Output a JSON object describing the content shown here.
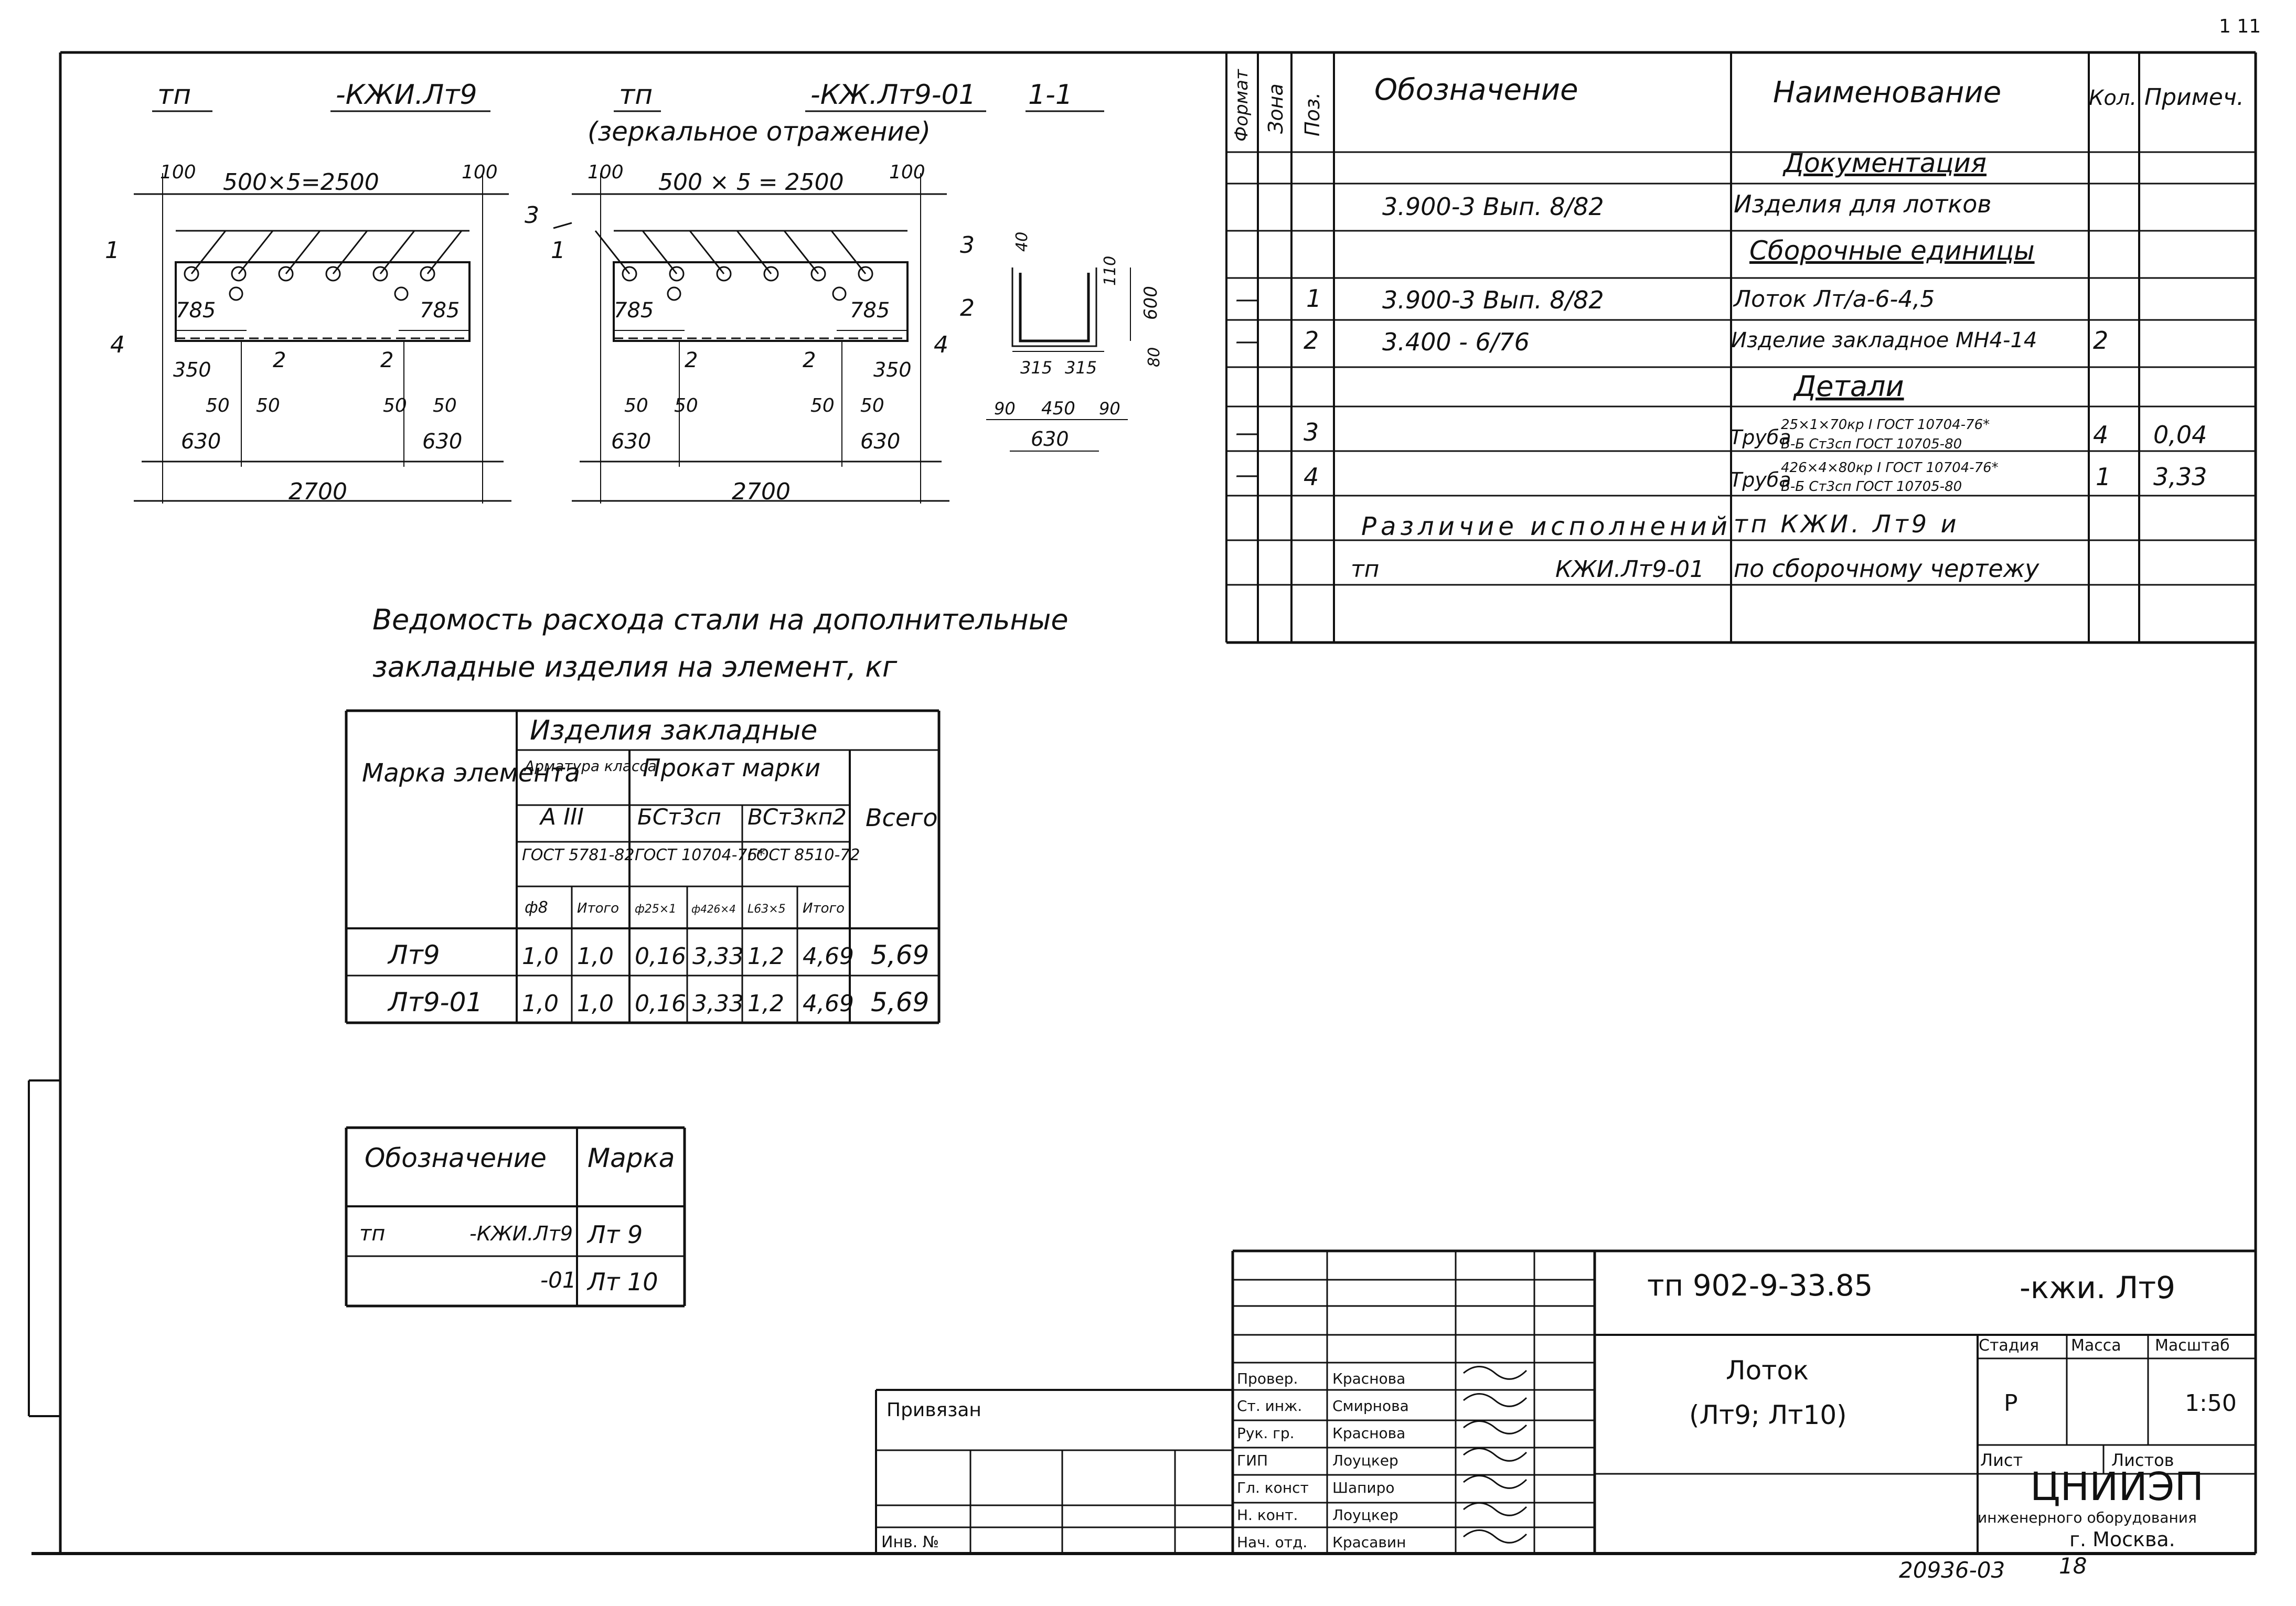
{
  "corner_mark": "1 11",
  "drawings": {
    "left": {
      "title_prefix": "тп",
      "title_suffix": "-КЖИ.Лт9",
      "dim_top": "500×5=2500",
      "dim_edge": "100",
      "dim_785": "785",
      "dim_350": "350",
      "dim_50": "50",
      "dim_630": "630",
      "dim_total": "2700",
      "callouts": [
        "1",
        "2",
        "3",
        "4"
      ]
    },
    "right": {
      "title_prefix": "тп",
      "title_suffix": "-КЖ.Лт9-01",
      "section": "1-1",
      "subtitle": "(зеркальное отражение)",
      "dim_top": "500 × 5 = 2500"
    },
    "section": {
      "dims": [
        "40",
        "110",
        "600",
        "315",
        "315",
        "90",
        "450",
        "90",
        "630",
        "80"
      ]
    }
  },
  "spec_table": {
    "headers": {
      "format": "Формат",
      "zone": "Зона",
      "pos": "Поз.",
      "designation": "Обозначение",
      "name": "Наименование",
      "qty": "Кол.",
      "note": "Примеч."
    },
    "sections": {
      "documentation": "Документация",
      "assemblies": "Сборочные единицы",
      "details": "Детали"
    },
    "rows": {
      "doc": {
        "designation": "3.900-3 Вып. 8/82",
        "name": "Изделия для лотков"
      },
      "asm1": {
        "format": "—",
        "pos": "1",
        "designation": "3.900-3 Вып. 8/82",
        "name": "Лоток Лт/а-6-4,5"
      },
      "asm2": {
        "format": "—",
        "pos": "2",
        "designation": "3.400 - 6/76",
        "name": "Изделие закладное МН4-14",
        "qty": "2"
      },
      "det3": {
        "format": "—",
        "pos": "3",
        "name_prefix": "Труба",
        "name_top": "25×1×70кр I ГОСТ 10704-76*",
        "name_bot": "В-Б Ст3сп ГОСТ 10705-80",
        "qty": "4",
        "note": "0,04"
      },
      "det4": {
        "format": "—",
        "pos": "4",
        "name_prefix": "Труба",
        "name_top": "426×4×80кр I ГОСТ 10704-76*",
        "name_bot": "В-Б Ст3сп ГОСТ 10705-80",
        "qty": "1",
        "note": "3,33"
      },
      "diff1": {
        "designation": "Различие исполнений",
        "name": "тп КЖИ. Лт9 и"
      },
      "diff2": {
        "designation_prefix": "тп",
        "designation_suffix": "КЖИ.Лт9-01",
        "name": "по сборочному чертежу"
      }
    }
  },
  "steel": {
    "title_line1": "Ведомость расхода стали на дополнительные",
    "title_line2": "закладные изделия на элемент, кг",
    "h_mark": "Марка элемента",
    "h_items": "Изделия закладные",
    "h_rebar": "Арматура класса",
    "h_rolled": "Прокат марки",
    "h_total": "Всего",
    "h_a3": "А III",
    "h_bst3sp": "БСт3сп",
    "h_vst3kp2": "ВСт3кп2",
    "h_gost1": "ГОСТ 5781-82",
    "h_gost2": "ГОСТ 10704-76*",
    "h_gost3": "ГОСТ 8510-72",
    "h_sub": [
      "ф8",
      "Итого",
      "ф25×1",
      "ф426×4",
      "L63×5",
      "Итого"
    ],
    "rows": [
      {
        "mark": "Лт9",
        "values": [
          "1,0",
          "1,0",
          "0,16",
          "3,33",
          "1,2",
          "4,69",
          "5,69"
        ]
      },
      {
        "mark": "Лт9-01",
        "values": [
          "1,0",
          "1,0",
          "0,16",
          "3,33",
          "1,2",
          "4,69",
          "5,69"
        ]
      }
    ]
  },
  "marks": {
    "h_designation": "Обозначение",
    "h_mark": "Марка",
    "rows": [
      {
        "designation_prefix": "тп",
        "designation": "-КЖИ.Лт9",
        "mark": "Лт 9"
      },
      {
        "designation_prefix": "",
        "designation": "-01",
        "mark": "Лт 10"
      }
    ]
  },
  "title_block": {
    "doc_code": "тп 902-9-33.85",
    "doc_suffix": "-кжи. Лт9",
    "title_line1": "Лоток",
    "title_line2": "(Лт9; Лт10)",
    "stage_label": "Стадия",
    "mass_label": "Масса",
    "scale_label": "Масштаб",
    "stage": "Р",
    "scale": "1:50",
    "sheet_label": "Лист",
    "sheets_label": "Листов",
    "org_name": "ЦНИИЭП",
    "org_line2": "инженерного оборудования",
    "org_line3": "г. Москва.",
    "bound_label": "Привязан",
    "inv_label": "Инв. №",
    "roles": [
      {
        "role": "Провер.",
        "name": "Краснова"
      },
      {
        "role": "Ст. инж.",
        "name": "Смирнова"
      },
      {
        "role": "Рук. гр.",
        "name": "Краснова"
      },
      {
        "role": "ГИП",
        "name": "Лоуцкер"
      },
      {
        "role": "Гл. конст",
        "name": "Шапиро"
      },
      {
        "role": "Н. конт.",
        "name": "Лоуцкер"
      },
      {
        "role": "Нач. отд.",
        "name": "Красавин"
      }
    ]
  },
  "footer_number": "20936-03",
  "footer_sheet": "18"
}
